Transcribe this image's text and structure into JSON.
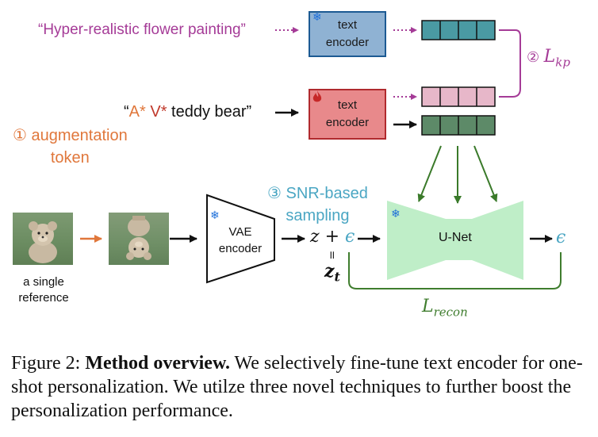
{
  "prompt_top": "“Hyper-realistic flower painting”",
  "prompt_main": {
    "open_quote": "“",
    "token_a": "A*",
    "token_v": "V*",
    "rest": " teddy bear”"
  },
  "text_encoder_frozen": "text\nencoder",
  "text_encoder_trainable": "text\nencoder",
  "loss_kp": {
    "number": "②",
    "symbol": "L",
    "subscript": "kp"
  },
  "augmentation": {
    "line1": "① augmentation",
    "line2": "token"
  },
  "snr": {
    "line1": "③ SNR-based",
    "line2": "sampling"
  },
  "reference_label": {
    "line1": "a single",
    "line2": "reference"
  },
  "vae_label": {
    "line1": "VAE",
    "line2": "encoder"
  },
  "latent": {
    "z": "z",
    "plus": "+",
    "eps": "ϵ",
    "equals": "॥",
    "zt_z": "z",
    "zt_sub": "t"
  },
  "unet_label": "U-Net",
  "output_eps": "ϵ",
  "loss_recon": {
    "symbol": "L",
    "subscript": "recon"
  },
  "icons": {
    "frozen": "snowflake-icon",
    "trainable": "flame-icon"
  },
  "caption": {
    "label": "Figure 2:",
    "bold": "Method overview.",
    "text": " We selectively fine-tune text encoder for one-shot personalization. We utilze three novel techniques to further boost the personalization performance."
  },
  "colors": {
    "purple": "#a53b97",
    "orange": "#e0773b",
    "token_red": "#c0392b",
    "teal": "#4aa6c3",
    "green": "#3f7d2e",
    "blue_box": "#8fb2d3",
    "blue_border": "#1c5a93",
    "red_box": "#e8898b",
    "red_border": "#b02a2e",
    "pink_token": "#e7b7c9",
    "teal_token": "#4a9aa3",
    "green_token": "#5d8a68",
    "unet_green": "#bfeec8"
  }
}
